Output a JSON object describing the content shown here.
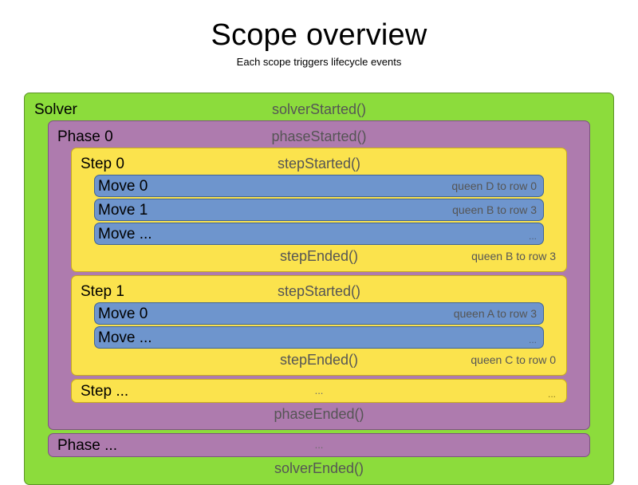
{
  "title": {
    "heading": "Scope overview",
    "subheading": "Each scope triggers lifecycle events"
  },
  "colors": {
    "solver": "#8CDC3C",
    "phase": "#AE7BAE",
    "step": "#FBE34D",
    "move": "#6E95CD",
    "event_text": "#555555",
    "label_text": "#000000",
    "background": "#FFFFFF"
  },
  "diagram": {
    "solver": {
      "label": "Solver",
      "started_event": "solverStarted()",
      "ended_event": "solverEnded()",
      "phases": [
        {
          "label": "Phase 0",
          "started_event": "phaseStarted()",
          "ended_event": "phaseEnded()",
          "steps": [
            {
              "label": "Step 0",
              "started_event": "stepStarted()",
              "ended_event": "stepEnded()",
              "ended_detail": "queen B to row 3",
              "moves": [
                {
                  "label": "Move 0",
                  "detail": "queen D to row 0"
                },
                {
                  "label": "Move 1",
                  "detail": "queen B to row 3"
                },
                {
                  "label": "Move ...",
                  "detail": "..."
                }
              ]
            },
            {
              "label": "Step 1",
              "started_event": "stepStarted()",
              "ended_event": "stepEnded()",
              "ended_detail": "queen C to row 0",
              "moves": [
                {
                  "label": "Move 0",
                  "detail": "queen A to row 3"
                },
                {
                  "label": "Move ...",
                  "detail": "..."
                }
              ]
            }
          ],
          "ellipsis_step": {
            "label": "Step ...",
            "center": "...",
            "detail": "..."
          }
        }
      ],
      "ellipsis_phase": {
        "label": "Phase ...",
        "center": "..."
      }
    }
  }
}
